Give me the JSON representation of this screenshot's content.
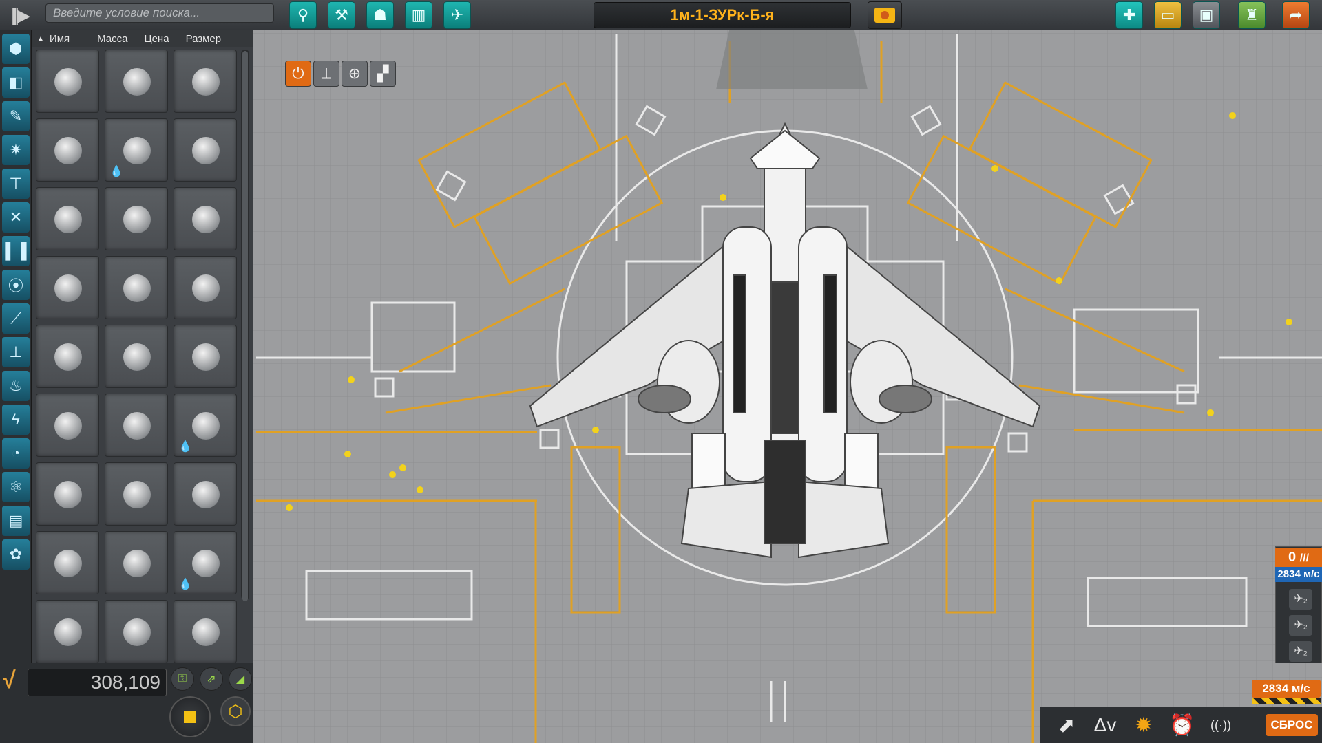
{
  "app": {
    "craft_name": "1м-1-ЗУРк-Б-я"
  },
  "search": {
    "placeholder": "Введите условие поиска..."
  },
  "parts_header": {
    "sort_arrow": "▲",
    "name": "Имя",
    "mass": "Масса",
    "cost": "Цена",
    "size": "Размер"
  },
  "colors": {
    "accent_teal": "#1fb6b0",
    "orange": "#e06a14",
    "yellow": "#f4c114",
    "floor": "#9a9b9d"
  },
  "top_tools": [
    {
      "icon": "rocket-up-icon",
      "glyph": "⚲"
    },
    {
      "icon": "wrench-icon",
      "glyph": "⚒"
    },
    {
      "icon": "crew-icon",
      "glyph": "☗"
    },
    {
      "icon": "cargo-icon",
      "glyph": "▥"
    },
    {
      "icon": "plane-icon",
      "glyph": "✈"
    }
  ],
  "top_right": [
    {
      "icon": "new-craft-icon",
      "glyph": "✚",
      "color": "#1fb6b0"
    },
    {
      "icon": "load-icon",
      "glyph": "▭",
      "color": "#d8a320"
    },
    {
      "icon": "save-icon",
      "glyph": "▣",
      "color": "#6d7074"
    },
    {
      "icon": "launch-site-icon",
      "glyph": "♜",
      "color": "#6da54a"
    },
    {
      "icon": "exit-icon",
      "glyph": "➦",
      "color": "#d05a1a"
    }
  ],
  "editor_tools": [
    {
      "icon": "place-icon",
      "glyph": "⏻"
    },
    {
      "icon": "offset-icon",
      "glyph": "⟂"
    },
    {
      "icon": "rotate-icon",
      "glyph": "⊕"
    },
    {
      "icon": "root-icon",
      "glyph": "▞"
    }
  ],
  "categories": [
    {
      "icon": "pods-icon",
      "glyph": "⬢"
    },
    {
      "icon": "fuel-icon",
      "glyph": "◧"
    },
    {
      "icon": "engines-icon",
      "glyph": "✎"
    },
    {
      "icon": "command-icon",
      "glyph": "✷"
    },
    {
      "icon": "structural-icon",
      "glyph": "⊤"
    },
    {
      "icon": "robotics-icon",
      "glyph": "✕"
    },
    {
      "icon": "coupling-icon",
      "glyph": "▌▐"
    },
    {
      "icon": "payload-icon",
      "glyph": "⦿"
    },
    {
      "icon": "aero-icon",
      "glyph": "⟋"
    },
    {
      "icon": "ground-icon",
      "glyph": "⊥"
    },
    {
      "icon": "thermal-icon",
      "glyph": "♨"
    },
    {
      "icon": "electrical-icon",
      "glyph": "ϟ"
    },
    {
      "icon": "communication-icon",
      "glyph": "◔"
    },
    {
      "icon": "science-icon",
      "glyph": "⚛"
    },
    {
      "icon": "cargo-cat-icon",
      "glyph": "▤"
    },
    {
      "icon": "utility-icon",
      "glyph": "✿"
    }
  ],
  "parts": [
    {
      "name": "docking-ring-part",
      "drop": ""
    },
    {
      "name": "decoupler-ring-part",
      "drop": ""
    },
    {
      "name": "thin-plate-part",
      "drop": ""
    },
    {
      "name": "antenna-part",
      "drop": ""
    },
    {
      "name": "battery-box-part",
      "drop": "💧"
    },
    {
      "name": "sphere-pod-part",
      "drop": ""
    },
    {
      "name": "service-bay-part",
      "drop": ""
    },
    {
      "name": "ore-tank-part",
      "drop": ""
    },
    {
      "name": "lab-module-part",
      "drop": ""
    },
    {
      "name": "tank-cylinder-part",
      "drop": ""
    },
    {
      "name": "flat-ring-part",
      "drop": ""
    },
    {
      "name": "small-module-part",
      "drop": ""
    },
    {
      "name": "capsule-part",
      "drop": ""
    },
    {
      "name": "pod-door-part",
      "drop": ""
    },
    {
      "name": "nose-cone-part",
      "drop": ""
    },
    {
      "name": "cone-pod-part",
      "drop": ""
    },
    {
      "name": "crew-pod-part",
      "drop": ""
    },
    {
      "name": "tall-cone-part",
      "drop": "💧"
    },
    {
      "name": "lander-pod-part",
      "drop": ""
    },
    {
      "name": "black-cone-part",
      "drop": ""
    },
    {
      "name": "cupola-part",
      "drop": ""
    },
    {
      "name": "drone-core-part",
      "drop": ""
    },
    {
      "name": "cylinder-core-part",
      "drop": ""
    },
    {
      "name": "short-core-part",
      "drop": "💧"
    },
    {
      "name": "sphere-core-a-part",
      "drop": ""
    },
    {
      "name": "sphere-core-b-part",
      "drop": ""
    },
    {
      "name": "sphere-core-c-part",
      "drop": ""
    }
  ],
  "funds": {
    "value": "308,109",
    "icon": "funds-icon",
    "glyph": "√"
  },
  "bottom_toggles": [
    {
      "icon": "symmetry-lock-icon",
      "glyph": "⚿"
    },
    {
      "icon": "snap-icon",
      "glyph": "⇗"
    },
    {
      "icon": "angle-snap-icon",
      "glyph": "◢"
    }
  ],
  "stages": {
    "count": "0",
    "dv": "2834 м/с",
    "rows": [
      "✈₂",
      "✈₂",
      "✈₂"
    ]
  },
  "dv_total": "2834 м/с",
  "bottom_right": [
    {
      "icon": "engineer-report-icon",
      "glyph": "⬈"
    },
    {
      "icon": "delta-v-icon",
      "glyph": "Δv"
    },
    {
      "icon": "sun-icon",
      "glyph": "✹"
    },
    {
      "icon": "alarm-clock-icon",
      "glyph": "⏰"
    },
    {
      "icon": "signal-icon",
      "glyph": "((·))"
    }
  ],
  "reset_label": "СБРОС"
}
